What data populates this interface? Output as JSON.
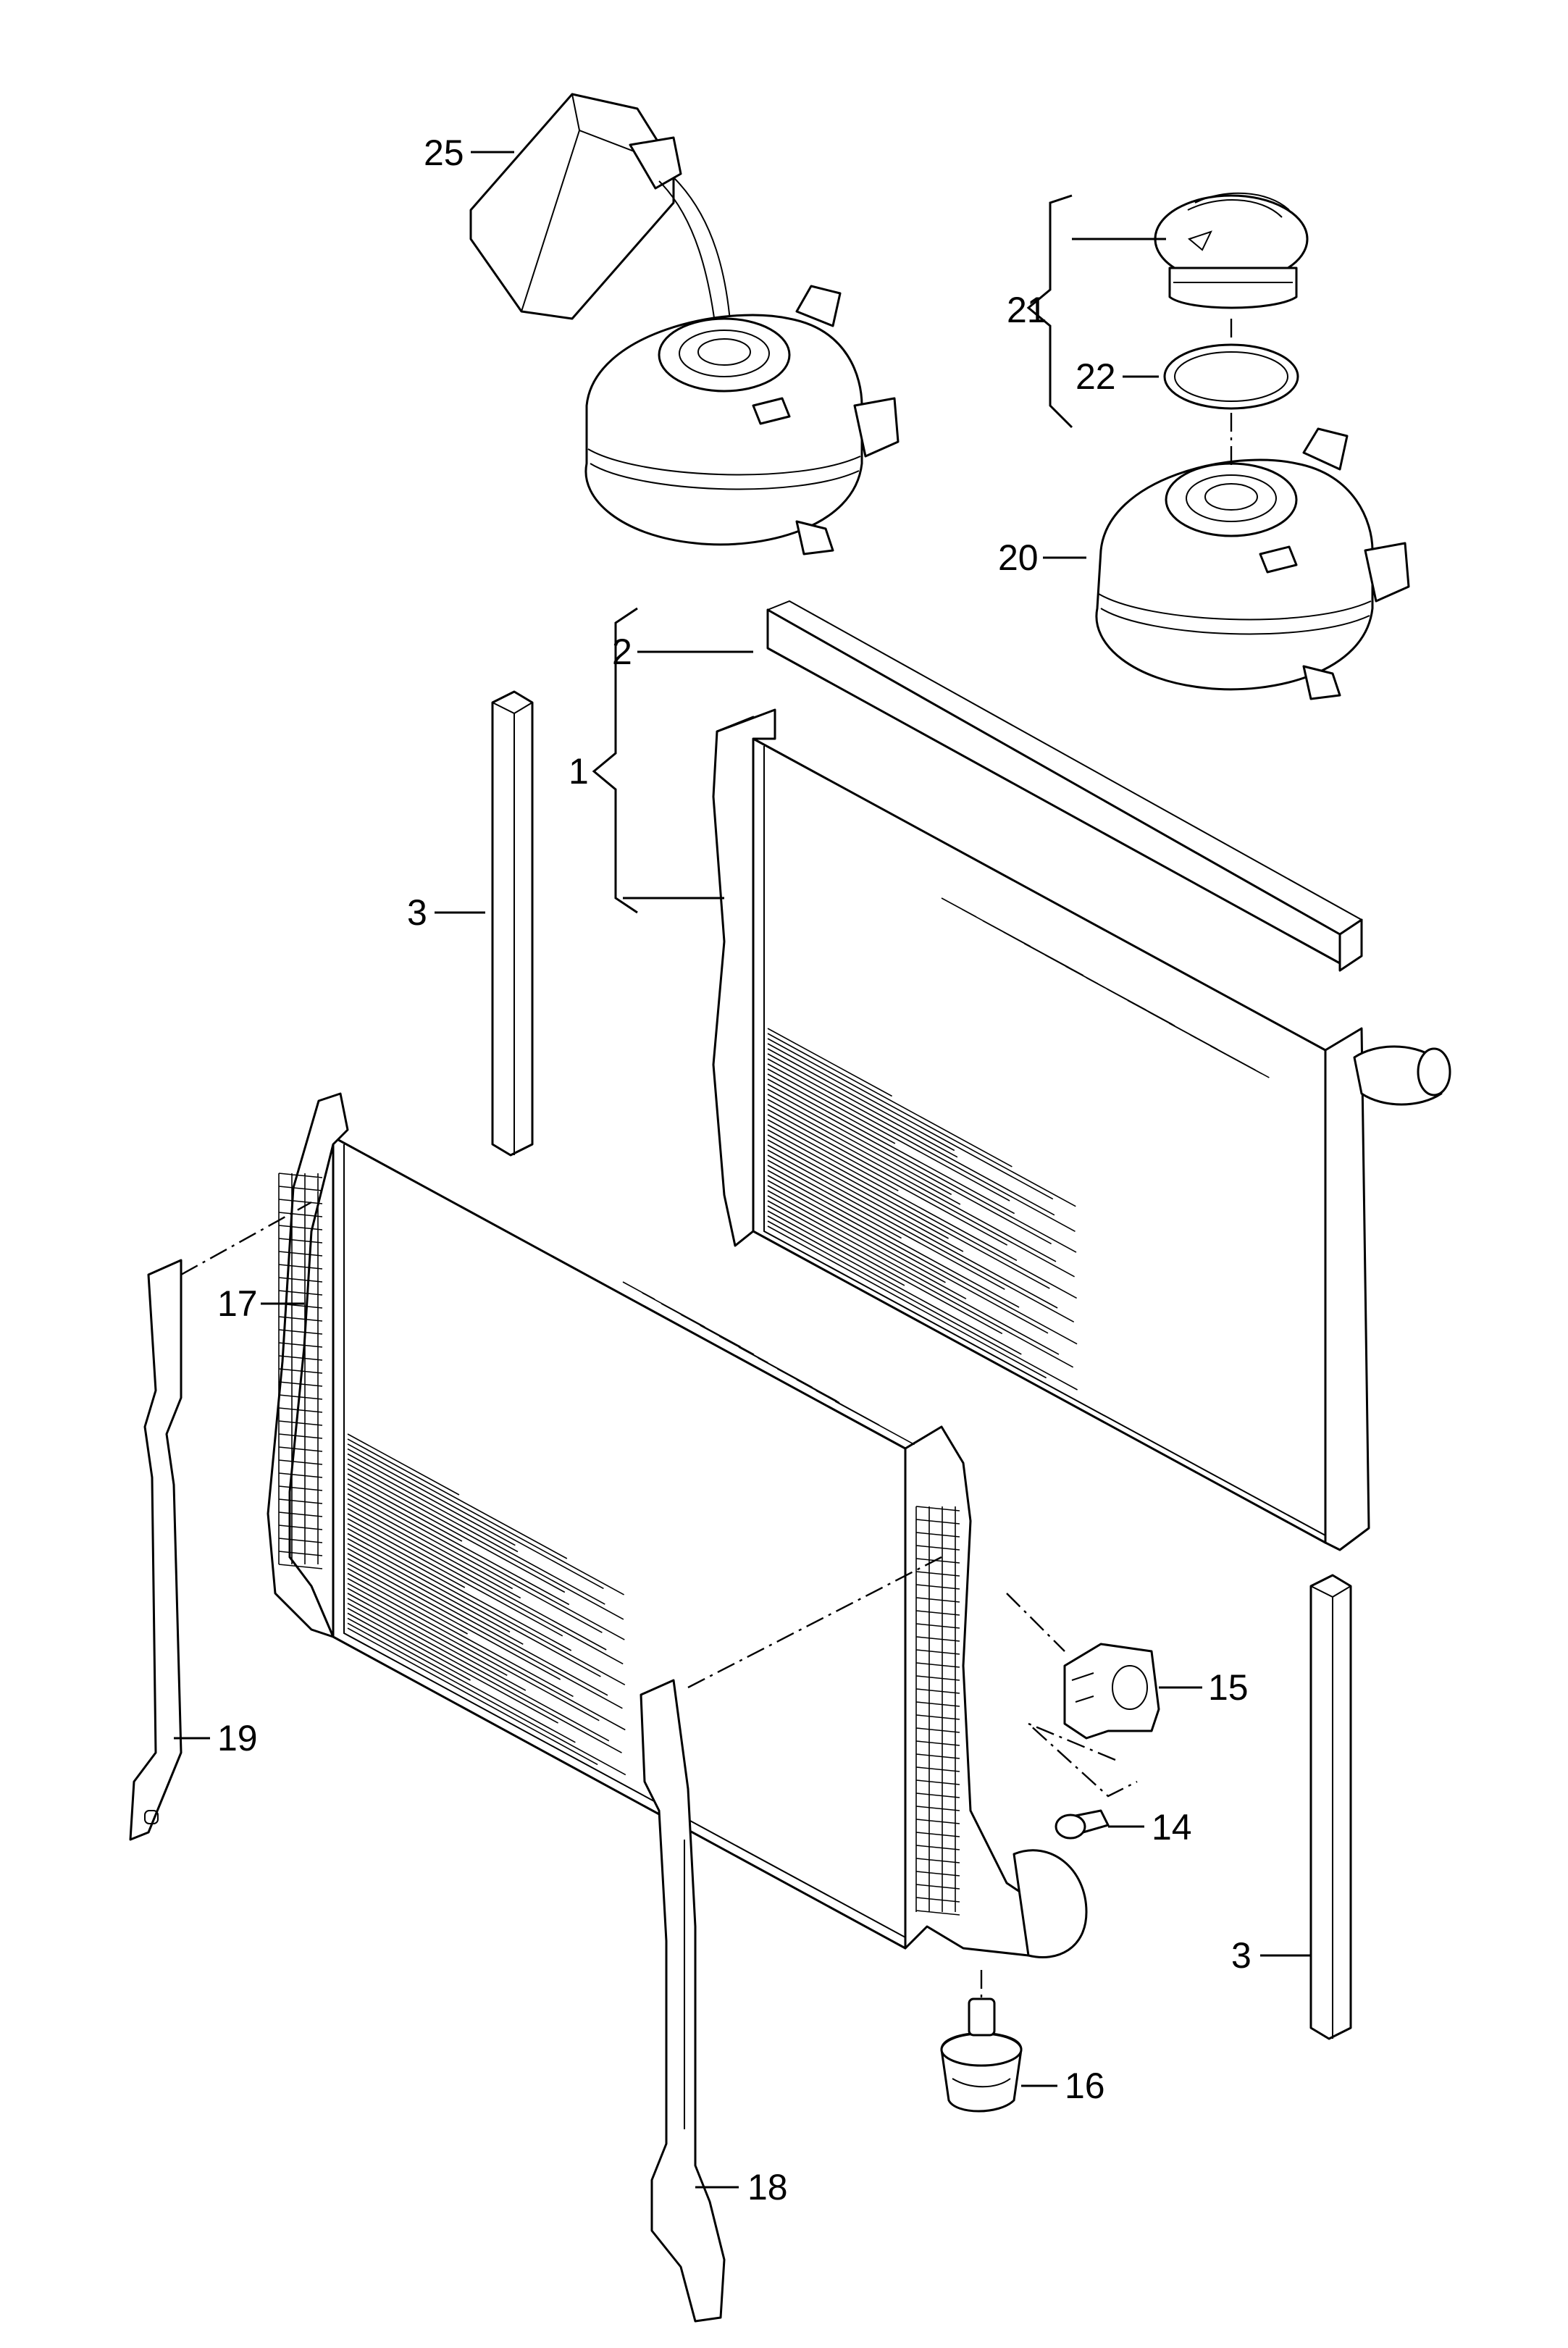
{
  "callouts": {
    "c1": "1",
    "c2": "2",
    "c3a": "3",
    "c3b": "3",
    "c14": "14",
    "c15": "15",
    "c16": "16",
    "c17": "17",
    "c18": "18",
    "c19": "19",
    "c20": "20",
    "c21": "21",
    "c22": "22",
    "c25": "25"
  },
  "colors": {
    "line": "#000000",
    "background": "#ffffff"
  }
}
